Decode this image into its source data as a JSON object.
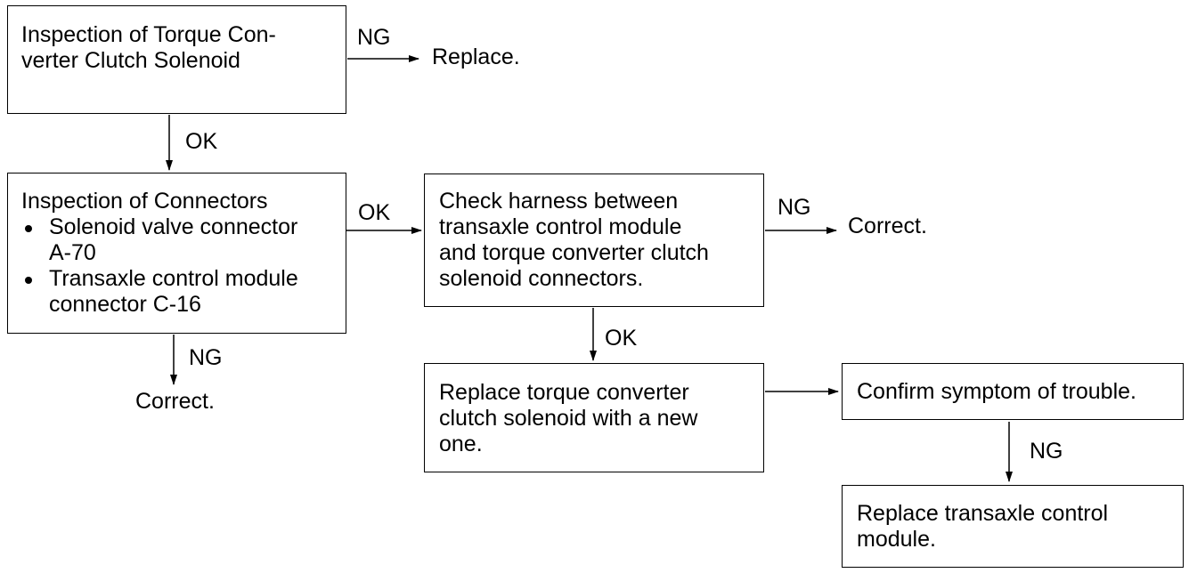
{
  "nodes": {
    "inspect_solenoid": "Inspection of Torque Con-\nverter Clutch Solenoid",
    "inspect_connectors": {
      "title": "Inspection of Connectors",
      "items": [
        "Solenoid valve connector\nA-70",
        "Transaxle control module\nconnector C-16"
      ]
    },
    "check_harness": "Check harness between\ntransaxle control module\nand torque converter clutch\nsolenoid connectors.",
    "replace_solenoid": "Replace torque converter\nclutch solenoid with a new\none.",
    "confirm_symptom": "Confirm symptom of trouble.",
    "replace_tcm": "Replace transaxle control\nmodule."
  },
  "outcomes": {
    "replace": "Replace.",
    "correct_1": "Correct.",
    "correct_2": "Correct."
  },
  "edge_labels": {
    "solenoid_ng": "NG",
    "solenoid_ok": "OK",
    "connectors_ok": "OK",
    "connectors_ng": "NG",
    "harness_ng": "NG",
    "harness_ok": "OK",
    "confirm_ng": "NG"
  }
}
